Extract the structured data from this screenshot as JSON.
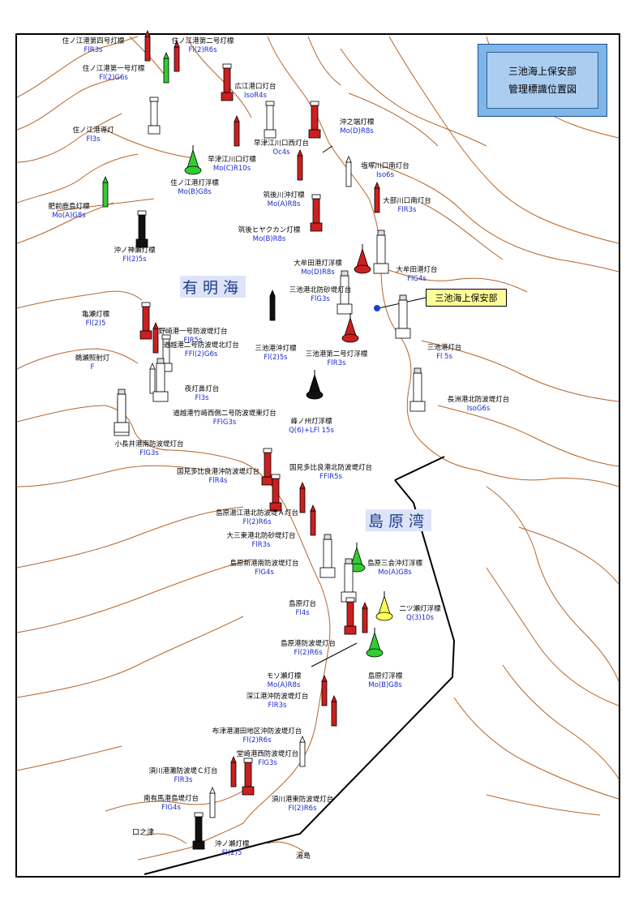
{
  "title": {
    "line1": "三池海上保安部",
    "line2": "管理標識位置図"
  },
  "sea_labels": {
    "ariake": "有明海",
    "shimabara": "島原湾"
  },
  "office_label": "三池海上保安部",
  "places": {
    "kuchinotsu": "口之津",
    "yushima": "湯島"
  },
  "colors": {
    "red": "#cc1f1f",
    "green": "#33cc33",
    "yellow": "#ffff55",
    "black": "#111111",
    "white": "#ffffff",
    "coast": "#b5652a",
    "charText": "#1a2ad0",
    "border": "#000000"
  },
  "markers": [
    {
      "name": "住ノ江港第四号灯標",
      "ch": "FlR3s"
    },
    {
      "name": "住ノ江港第二号灯標",
      "ch": "Fl(2)R6s"
    },
    {
      "name": "住ノ江港第一号灯標",
      "ch": "Fl(2)G6s"
    },
    {
      "name": "広江港口灯台",
      "ch": "IsoR4s"
    },
    {
      "name": "住ノ江港導灯",
      "ch": "Fl3s"
    },
    {
      "name": "早津江川口西灯台",
      "ch": "Oc4s"
    },
    {
      "name": "沖之端灯標",
      "ch": "Mo(D)R8s"
    },
    {
      "name": "早津江川口灯標",
      "ch": "Mo(C)R10s"
    },
    {
      "name": "住ノ江港灯浮標",
      "ch": "Mo(B)G8s"
    },
    {
      "name": "塩塚川口南灯台",
      "ch": "Iso6s"
    },
    {
      "name": "肥前鹿島灯標",
      "ch": "Mo(A)G8s"
    },
    {
      "name": "筑後川沖灯標",
      "ch": "Mo(A)R8s"
    },
    {
      "name": "大部川口南灯台",
      "ch": "FlR3s"
    },
    {
      "name": "筑後ヒヤクカン灯標",
      "ch": "Mo(B)R8s"
    },
    {
      "name": "沖ノ神瀬灯標",
      "ch": "Fl(2)5s"
    },
    {
      "name": "大牟田港灯浮標",
      "ch": "Mo(D)R8s"
    },
    {
      "name": "大牟田港灯台",
      "ch": "FlG4s"
    },
    {
      "name": "三池港北防砂堤灯台",
      "ch": "FlG3s"
    },
    {
      "name": "亀瀬灯標",
      "ch": "Fl(2)5"
    },
    {
      "name": "野崎港一号防波堤灯台",
      "ch": "FlR5s"
    },
    {
      "name": "三池港沖灯標",
      "ch": "Fl(2)5s"
    },
    {
      "name": "三池港第二号灯浮標",
      "ch": "FlR3s"
    },
    {
      "name": "三池港灯台",
      "ch": "Fl 5s"
    },
    {
      "name": "道越港二号防波堤北灯台",
      "ch": "FFl(2)G6s"
    },
    {
      "name": "鵜瀬照射灯",
      "ch": "F"
    },
    {
      "name": "夜灯鼻灯台",
      "ch": "Fl3s"
    },
    {
      "name": "道越港竹崎西側二号防波堤東灯台",
      "ch": "FFlG3s"
    },
    {
      "name": "長洲港北防波堤灯台",
      "ch": "IsoG6s"
    },
    {
      "name": "峰ノ州灯浮標",
      "ch": "Q(6)+LFl 15s"
    },
    {
      "name": "小長井港南防波堤灯台",
      "ch": "FlG3s"
    },
    {
      "name": "国見多比良港沖防波堤灯台",
      "ch": "FlR4s"
    },
    {
      "name": "国見多比良港北防波堤灯台",
      "ch": "FFlR5s"
    },
    {
      "name": "島原湯江港北防波堤Ａ灯台",
      "ch": "Fl(2)R6s"
    },
    {
      "name": "大三東港北防砂堤灯台",
      "ch": "FlR3s"
    },
    {
      "name": "島原新港南防波堤灯台",
      "ch": "FlG4s"
    },
    {
      "name": "島原三会沖灯浮標",
      "ch": "Mo(A)G8s"
    },
    {
      "name": "島原灯台",
      "ch": "Fl4s"
    },
    {
      "name": "二ツ瀬灯浮標",
      "ch": "Q(3)10s"
    },
    {
      "name": "島原港防波堤灯台",
      "ch": "Fl(2)R6s"
    },
    {
      "name": "モソ瀬灯標",
      "ch": "Mo(A)R8s"
    },
    {
      "name": "島原灯浮標",
      "ch": "Mo(B)G8s"
    },
    {
      "name": "深江港沖防波堤灯台",
      "ch": "FlR3s"
    },
    {
      "name": "布津港湯田地区沖防波堤灯台",
      "ch": "Fl(2)R6s"
    },
    {
      "name": "堂崎港西防波堤灯台",
      "ch": "FlG3s"
    },
    {
      "name": "須川港灘防波堤Ｃ灯台",
      "ch": "FlR3s"
    },
    {
      "name": "須川港東防波堤灯台",
      "ch": "Fl(2)R6s"
    },
    {
      "name": "南有馬港島堤灯台",
      "ch": "FlG4s"
    },
    {
      "name": "沖ノ瀬灯標",
      "ch": "Fl(2)5"
    }
  ]
}
